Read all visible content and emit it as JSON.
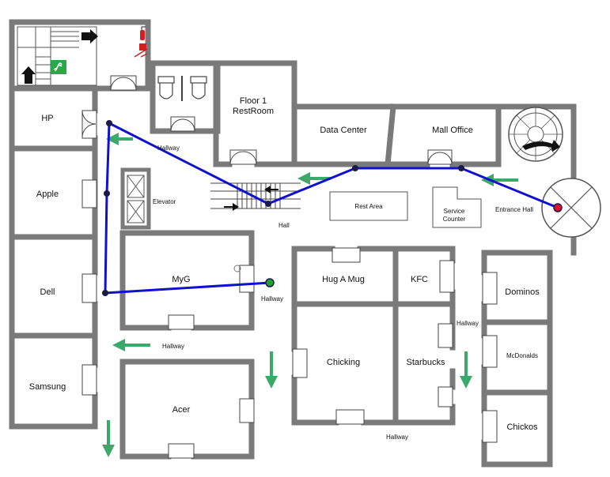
{
  "stores": {
    "hp": "HP",
    "apple": "Apple",
    "dell": "Dell",
    "samsung": "Samsung",
    "myg": "MyG",
    "acer": "Acer",
    "hug_a_mug": "Hug A Mug",
    "kfc": "KFC",
    "chicking": "Chicking",
    "starbucks": "Starbucks",
    "dominos": "Dominos",
    "mcdonalds": "McDonalds",
    "chickos": "Chickos"
  },
  "rooms": {
    "restroom_line1": "Floor 1",
    "restroom_line2": "RestRoom",
    "data_center": "Data Center",
    "mall_office": "Mall Office",
    "elevator": "Elevator",
    "rest_area": "Rest Area",
    "service_counter_line1": "Service",
    "service_counter_line2": "Counter",
    "entrance_hall": "Entrance Hall"
  },
  "corridors": {
    "hallway": "Hallway",
    "hall": "Hall"
  },
  "colors": {
    "wall": "#7a7a7a",
    "route": "#1010d0",
    "route_node": "#1a1a4a",
    "start_marker": "#e0102a",
    "end_marker": "#22a030",
    "direction_arrow": "#3aaa6a",
    "exit_sign": "#2aa84a"
  },
  "icons": {
    "stairs": "stairs-icon",
    "fire_extinguisher": "fire-extinguisher-icon",
    "fire_hose": "fire-hose-icon",
    "emergency_exit": "emergency-exit-icon",
    "toilet": "toilet-icon",
    "spiral_stair": "spiral-staircase-icon",
    "revolving_door": "revolving-door-icon",
    "escalator": "escalator-icon"
  }
}
